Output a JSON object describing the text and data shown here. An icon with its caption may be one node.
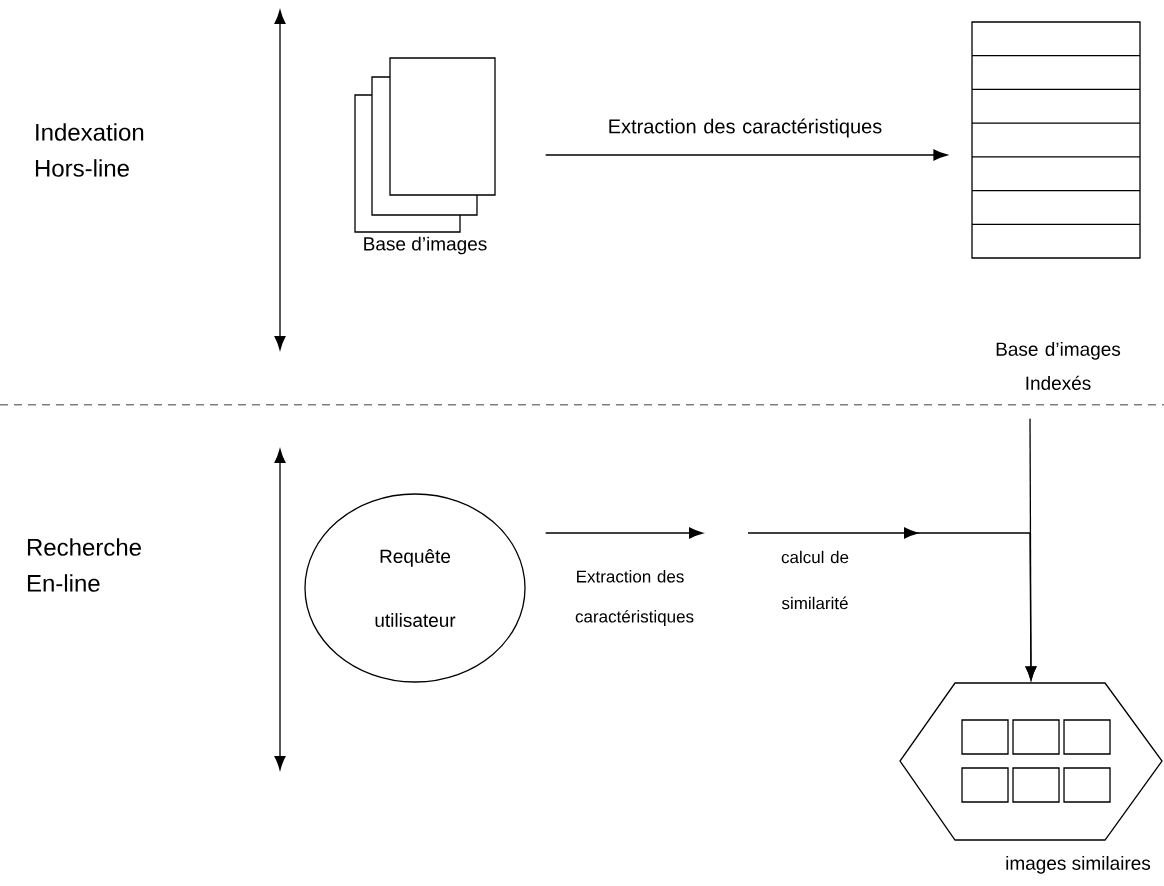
{
  "diagram": {
    "nodes": [
      {
        "text": [
          "Base d’images"
        ]
      },
      {
        "text": [
          "Base d’images Indexés"
        ]
      },
      {
        "text": [
          "Requête utilisateur"
        ]
      },
      {
        "text": [
          "images similaires"
        ]
      }
    ],
    "edges": [
      {
        "from": 0,
        "to": 1,
        "arrow": "to",
        "label": "Extraction des caractéristiques"
      },
      {
        "from": 1,
        "to": 3,
        "arrow": "to"
      },
      {
        "from": 2,
        "to": null,
        "arrow": "to",
        "label": "Extraction des caractéristiques"
      },
      {
        "from": null,
        "to": 3,
        "arrow": "to",
        "label": "calcul de similarité"
      }
    ],
    "labels": [
      "Indexation Hors-line",
      "Recherche En-line"
    ]
  }
}
